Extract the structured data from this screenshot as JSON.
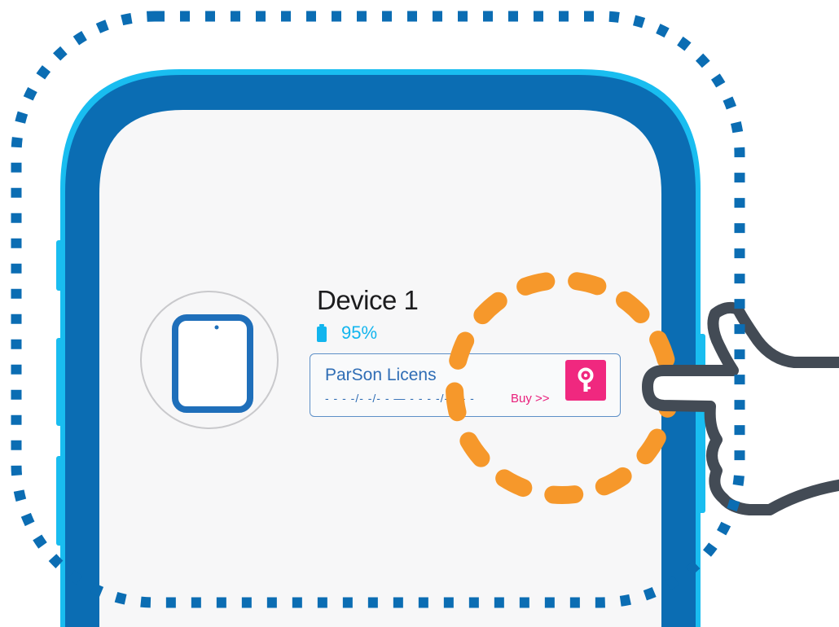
{
  "device": {
    "name": "Device 1",
    "battery": "95%",
    "battery_level": 0.95
  },
  "license": {
    "name": "ParSon Licens",
    "dates": "- - - -/- -/- -  —  - - - -/- -/- -",
    "buy_label": "Buy >>"
  },
  "icons": {
    "device": "tablet-icon",
    "battery": "battery-icon",
    "license_key": "key-icon",
    "pointer": "pointing-hand-icon"
  },
  "colors": {
    "phone_frame": "#0b6db3",
    "phone_rim": "#19bdf0",
    "screen": "#f7f7f8",
    "highlight_ring": "#f6982b",
    "dotted_border": "#0b6db3",
    "accent_pink": "#f0287f",
    "battery": "#12b5ee",
    "license_text": "#2f6db5"
  }
}
